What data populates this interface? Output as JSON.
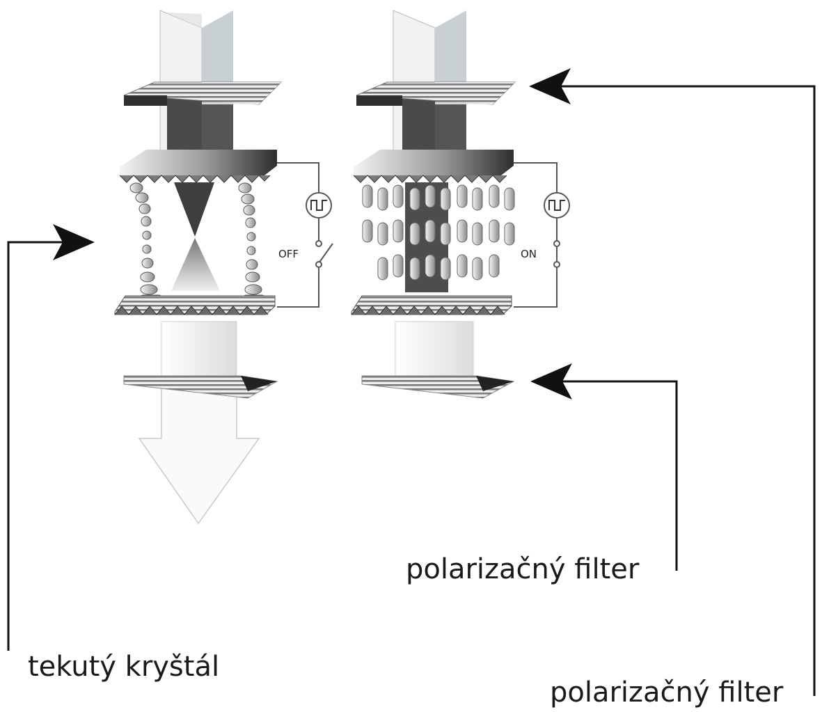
{
  "labels": {
    "liquid_crystal": "tekutý kryštál",
    "polarizer_bottom": "polarizačný filter",
    "polarizer_top": "polarizačný filter"
  },
  "cells": [
    {
      "state": "off",
      "switch_label": "OFF"
    },
    {
      "state": "on",
      "switch_label": "ON"
    }
  ],
  "icons": {
    "generator": "square-wave-generator-icon",
    "switch": "switch-icon"
  },
  "colors": {
    "background": "#ffffff",
    "dark_gray": "#4a4a4a",
    "mid_gray": "#8c8c8c",
    "light_gray": "#d9d9d9",
    "arrow": "#111111"
  }
}
